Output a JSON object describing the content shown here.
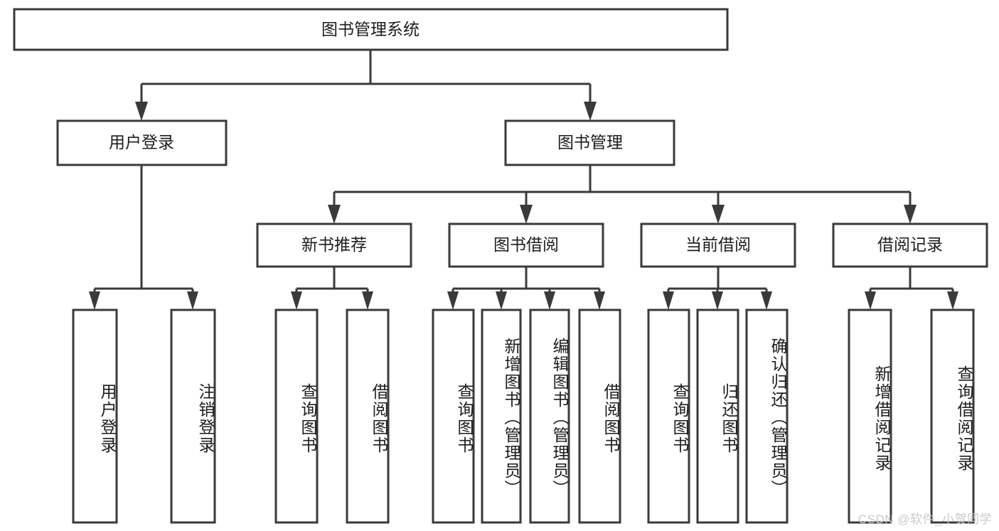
{
  "diagram": {
    "title": "图书管理系统",
    "watermark": "CSDN @软件_小贺同学",
    "colors": {
      "stroke": "#3a3a3a",
      "fill": "#ffffff",
      "text": "#1d1d1d",
      "watermark": "#c9c9c9"
    },
    "level2": [
      {
        "id": "user-login",
        "label": "用户登录"
      },
      {
        "id": "book-manage",
        "label": "图书管理"
      }
    ],
    "level3": [
      {
        "id": "new-book-recommend",
        "label": "新书推荐"
      },
      {
        "id": "book-borrow",
        "label": "图书借阅"
      },
      {
        "id": "current-borrow",
        "label": "当前借阅"
      },
      {
        "id": "borrow-record",
        "label": "借阅记录"
      }
    ],
    "leaves": [
      {
        "id": "leaf-user-login",
        "label": "用户登录",
        "parent": "user-login"
      },
      {
        "id": "leaf-logout-login",
        "label": "注销登录",
        "parent": "user-login"
      },
      {
        "id": "leaf-query-book-1",
        "label": "查询图书",
        "parent": "new-book-recommend"
      },
      {
        "id": "leaf-borrow-book-1",
        "label": "借阅图书",
        "parent": "new-book-recommend"
      },
      {
        "id": "leaf-query-book-2",
        "label": "查询图书",
        "parent": "book-borrow"
      },
      {
        "id": "leaf-add-book",
        "label": "新增图书（管理员）",
        "parent": "book-borrow"
      },
      {
        "id": "leaf-edit-book",
        "label": "编辑图书（管理员）",
        "parent": "book-borrow"
      },
      {
        "id": "leaf-borrow-book-2",
        "label": "借阅图书",
        "parent": "book-borrow"
      },
      {
        "id": "leaf-query-book-3",
        "label": "查询图书",
        "parent": "current-borrow"
      },
      {
        "id": "leaf-return-book",
        "label": "归还图书",
        "parent": "current-borrow"
      },
      {
        "id": "leaf-confirm-return",
        "label": "确认归还（管理员）",
        "parent": "current-borrow"
      },
      {
        "id": "leaf-add-record",
        "label": "新增借阅记录",
        "parent": "borrow-record"
      },
      {
        "id": "leaf-query-record",
        "label": "查询借阅记录",
        "parent": "borrow-record"
      }
    ]
  }
}
